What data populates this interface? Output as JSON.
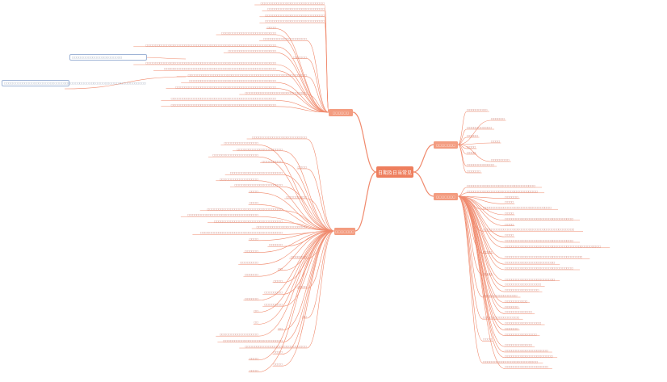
{
  "colors": {
    "branch": "#f08a6d",
    "root_fill": "#ee7e5d",
    "node_fill": "#f39c80",
    "note_border": "#9fb4d6"
  },
  "root": "日期及日当常见",
  "level1": [
    {
      "key": "n1",
      "label": "□□□□□□□"
    },
    {
      "key": "n2",
      "label": "□□□□□□□"
    },
    {
      "key": "n3",
      "label": "□□□□□□"
    },
    {
      "key": "n4",
      "label": "□□□□□□□"
    }
  ],
  "notes": [
    "□□□□□□□□□□□□□□□□□□□□□□",
    "□□□□□□□□□□□□□□□□□□□□□□□□□□□□□□□□□□□□□□□□□□□□□□□□□□□□□□□□□□□□□□"
  ],
  "right_labels": {
    "n1": [
      "□□□□□□□□□",
      "□□□□□□",
      "□□□□□□□□□□□",
      "□□□□□",
      "□□□□",
      "□□□□",
      "□□□□",
      "□□□□□□□□",
      "□□□□□□□□□□□□",
      "□□□□□□"
    ],
    "n2": [
      "□□□□□□□□□□□□□□□□□□□□□□□□□□□□□□",
      "□□□□□□□□□□□□□□□□□□□□□□□□□□□□□□□",
      "□□□□□□",
      "□□□□",
      "□□□□□□□□□□□□□□□□□□□□□□□□□□□□□□",
      "□□□□",
      "□□□□□□□□□□□□□□□□□□□□□□□□□□□□□□",
      "□□□□",
      "□□□□□□□□□□□□□□□□□□□□□□□□□□□□□□□□□□□□□□□□",
      "□□□□",
      "□□□□□□□□□□□□□□□□□□□□□□□□□□□□□□",
      "□□□□□□□□□□□□□□□□□□□□□□□□□□□□□□□□□□□□□□□□□□",
      "□□□□",
      "□□□□□□□□□□□□□□□□□□□□□□□□□□□□□□□□□□",
      "□□□□□□□□□□□□□□□□□□□□□□",
      "□□□□□□□□□□□□□□□□□□□□□□□□□□□□□□",
      "□□□□",
      "□□□□□□□□□□□□□□□□□□□□□□",
      "□□□□□□□□□□□□□□□□",
      "□□□□□□□□□□□□□□□",
      "□□□□□□□□□□□□□□□",
      "□□□□□□□□□□",
      "□□□□□□",
      "□□□□□□□□□□□□",
      "□□□□□□□□□□□□□□□□",
      "□□□□□□□□□□□□□□□□",
      "□□□□□□",
      "□□□□□□□□□□□□□□",
      "□□□□",
      "□□□□□□□□□□□□",
      "□□□□□□□□□□□□□□□□□□□",
      "□□□□□□□□□□□□□□□□□□□□□",
      "□□□□□□□□□□□□□□□□□□□□□□□□",
      "□□□□□□□□□□□□□□□□□□□"
    ]
  },
  "left_labels": {
    "n3": [
      "□□□□□□□□□□□□□□□□□□□□□□□□□□□□",
      "□□□□□□□□□□□□□□□□□□□□□□□□□",
      "□□□□□□□□□□□□□□□□□□□□□□□□□□",
      "□□□□□□□□□□□□□□□□□□□□□□□□□□",
      "□□□□",
      "□□□□□□□□□□□□□□□□□□□□□□□□",
      "□□□□□□□□□□□□□□□□□□□",
      "□□□□□□□□□□□□□□□□□□□□□□□□□□□□□□□□□□□□□□□□□□□□□□□□□□□□□□□□□",
      "□□□□□□□□□□□□□□□□□□□□□",
      "□□□□□□",
      "□□□□□□□□□□□□□□□□□□□□□□□□□□□□□□□□□□□□□□□□□□□□□□□□□□□□□□□□□",
      "□□□□□□□□□□□□□□□□□□□□□□□□□□□□□□□□□□□□□□□□□□□□□□□□□",
      "□□□□□□□□□□□□□□□□□□□□□□□□□□□□□□□□□□□□□□□□□□□□□□□□□□□□",
      "□□□□□□□□□□□□□□□□□□□□□□□□□□□□□□□□□□□□□□",
      "□□□□□□□□□□□□□□□□□□□□□□□□□□□□□□□□□□□□□□□□□□□□",
      "□□□□□□□□□□□□□□□□□□□□□□□□□□□",
      "□□□□□□□□□□□□□□□□□□□□□□□□□□□□□□□□□□□□□□□□□□□□□□",
      "□□□□□□□□□□□□□□□□□□□□□□□□□□□□□□□□□□□□□□□□□□□□□□"
    ],
    "n4": [
      "□□□□□□□□□□□□□□□□□□□□□□□□",
      "□□□□□□□□□□□□□□□",
      "□□□□□□□□□□□□□□□□□□□□",
      "□□□□□□□□□□□□□□□□□□□□",
      "□□□□□□□□□",
      "□□□□",
      "□□□□□□□□□□□□□□□□□□□□□□□",
      "□□□□□□□□□□□□□□□□□",
      "□□□□□□□□□□□□□□□□□□□□□",
      "□□□□",
      "□□□□□□□□□",
      "□□□□",
      "□□□□□□□□□□□□□□□□□□□□□□□□□□□□□□□□□",
      "□□□□□□□□□□□□□□□□□□□□□□□□□□□□□□□",
      "□□□□□□□□□□□□□□□□□□□□□□□□□□□□□□",
      "□□□□□□□□□□□□□□□□□□□□□□",
      "□□□□□□□□□□□□□□□□□□□□□□□□□□□□□□□□□□□□",
      "□□□□",
      "□□□□□□",
      "□□□□□□",
      "□□□□□□□",
      "□□□□□□□□",
      "□□",
      "□□□□□□",
      "□□□□",
      "□□□□",
      "□□□□□□□□",
      "□□□□□□",
      "□□□□□□□□",
      "□□",
      "□□",
      "□□",
      "□□",
      "□□□□□□□□□□□□□□□□□",
      "□□□□□□□□□□□□□□□□□□□□□□□□□□",
      "□□□□□□□□□□□□□□□□□□□□□□□□□□□",
      "□□□□",
      "□□□□",
      "□□□□",
      "□□□□"
    ]
  }
}
